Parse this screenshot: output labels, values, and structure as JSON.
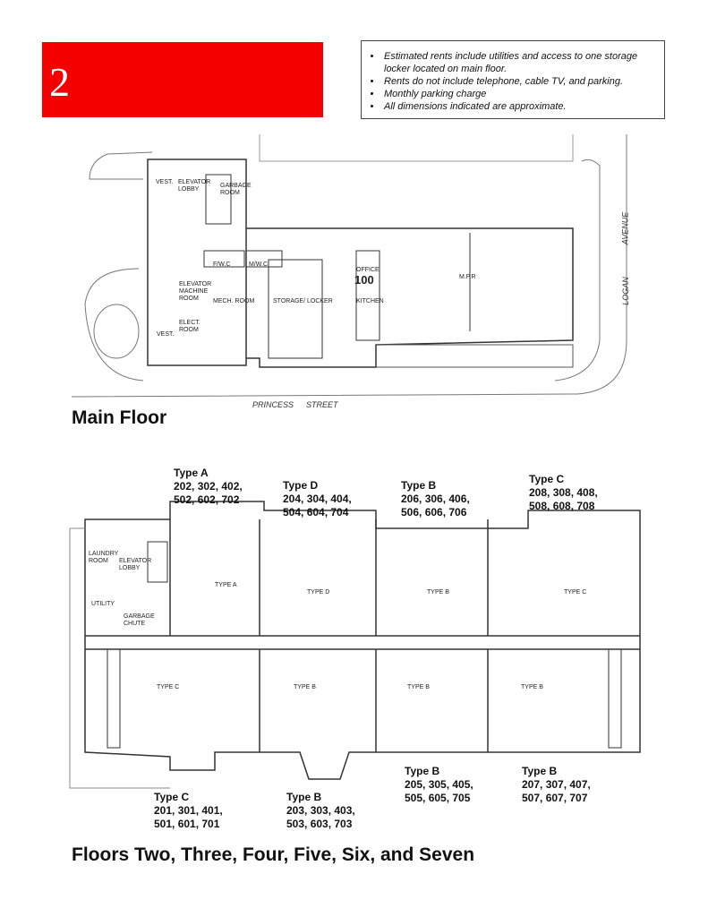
{
  "page_number": "2",
  "notes": [
    "Estimated rents include utilities and access to one storage locker located on main floor.",
    "Rents do not include telephone, cable TV, and parking.",
    "Monthly parking charge",
    "All dimensions indicated are approximate."
  ],
  "main_floor": {
    "title": "Main Floor",
    "rooms": {
      "vest1": "VEST.",
      "elevator_lobby": "ELEVATOR LOBBY",
      "garbage_room": "GARBAGE ROOM",
      "fwc": "F/W.C",
      "mwc": "M/W.C",
      "office": "OFFICE",
      "office_num": "100",
      "mpr": "M.P.R",
      "elevator_machine": "ELEVATOR MACHINE ROOM",
      "mech": "MECH. ROOM",
      "storage": "STORAGE/ LOCKER",
      "kitchen": "KITCHEN",
      "elect": "ELECT. ROOM",
      "vest2": "VEST."
    },
    "streets": {
      "princess": "PRINCESS",
      "street": "STREET",
      "avenue": "AVENUE",
      "logan": "LOGAN"
    }
  },
  "upper_floors": {
    "title": "Floors Two, Three, Four, Five, Six, and Seven",
    "rooms": {
      "laundry": "LAUNDRY ROOM",
      "elevator_lobby": "ELEVATOR LOBBY",
      "utility": "UTILITY",
      "garbage": "GARBAGE CHUTE"
    },
    "plan_labels": [
      "TYPE A",
      "TYPE D",
      "TYPE B",
      "TYPE C",
      "TYPE C",
      "TYPE B",
      "TYPE B",
      "TYPE B"
    ],
    "units": [
      {
        "type": "Type A",
        "numbers": "202, 302, 402,",
        "numbers2": "502, 602, 702"
      },
      {
        "type": "Type D",
        "numbers": "204, 304, 404,",
        "numbers2": "504, 604, 704"
      },
      {
        "type": "Type B",
        "numbers": "206, 306, 406,",
        "numbers2": "506, 606, 706"
      },
      {
        "type": "Type C",
        "numbers": "208, 308, 408,",
        "numbers2": "508, 608, 708"
      },
      {
        "type": "Type C",
        "numbers": "201, 301, 401,",
        "numbers2": "501, 601, 701"
      },
      {
        "type": "Type B",
        "numbers": "203, 303, 403,",
        "numbers2": "503, 603, 703"
      },
      {
        "type": "Type B",
        "numbers": "205, 305, 405,",
        "numbers2": "505, 605, 705"
      },
      {
        "type": "Type B",
        "numbers": "207, 307, 407,",
        "numbers2": "507, 607, 707"
      }
    ]
  }
}
